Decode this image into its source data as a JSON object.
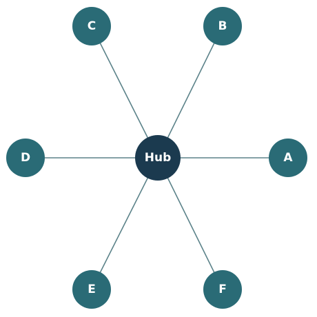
{
  "diagram": {
    "hub": {
      "label": "Hub",
      "color": "#1b3a4f"
    },
    "leaf_color": "#2a6b76",
    "edge_color": "#5b8289",
    "nodes": [
      {
        "label": "A"
      },
      {
        "label": "B"
      },
      {
        "label": "C"
      },
      {
        "label": "D"
      },
      {
        "label": "E"
      },
      {
        "label": "F"
      }
    ]
  }
}
